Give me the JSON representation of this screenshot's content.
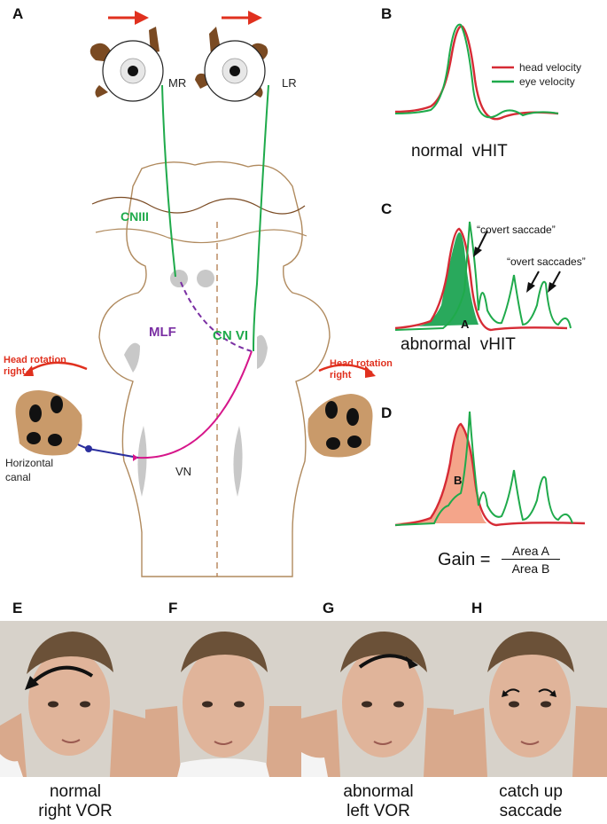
{
  "panels": {
    "a": "A",
    "b": "B",
    "c": "C",
    "d": "D",
    "e": "E",
    "f": "F",
    "g": "G",
    "h": "H"
  },
  "anatomy": {
    "mr": "MR",
    "lr": "LR",
    "cniii": "CNIII",
    "mlf": "MLF",
    "cnvi": "CN VI",
    "vn": "VN",
    "horizontal_canal": "Horizontal\ncanal",
    "head_rotation_left": "Head rotation\nright",
    "head_rotation_right": "Head rotation\nright"
  },
  "panel_b": {
    "legend_head": "head velocity",
    "legend_eye": "eye velocity",
    "caption": "normal  vHIT"
  },
  "panel_c": {
    "covert": "“covert saccade”",
    "overt": "“overt saccades”",
    "area_label": "A",
    "caption": "abnormal  vHIT"
  },
  "panel_d": {
    "area_label": "B",
    "gain_label": "Gain =",
    "numerator": "Area A",
    "denominator": "Area B"
  },
  "photos": {
    "e_caption": "normal\nright VOR",
    "g_caption": "abnormal\nleft VOR",
    "h_caption": "catch up\nsaccade"
  },
  "colors": {
    "head_velocity": "#d62b35",
    "eye_velocity": "#1faa4b",
    "nerve_green": "#1faa4b",
    "mlf_purple": "#7a2fa3",
    "pathway_magenta": "#d6168a",
    "pathway_blue": "#2b2f9e",
    "rotation_red": "#e0301e",
    "brain_outline": "#b08a5e",
    "muscle_brown": "#7a4a22",
    "area_a_fill": "#12a04a",
    "area_b_fill": "#f4a58a"
  }
}
